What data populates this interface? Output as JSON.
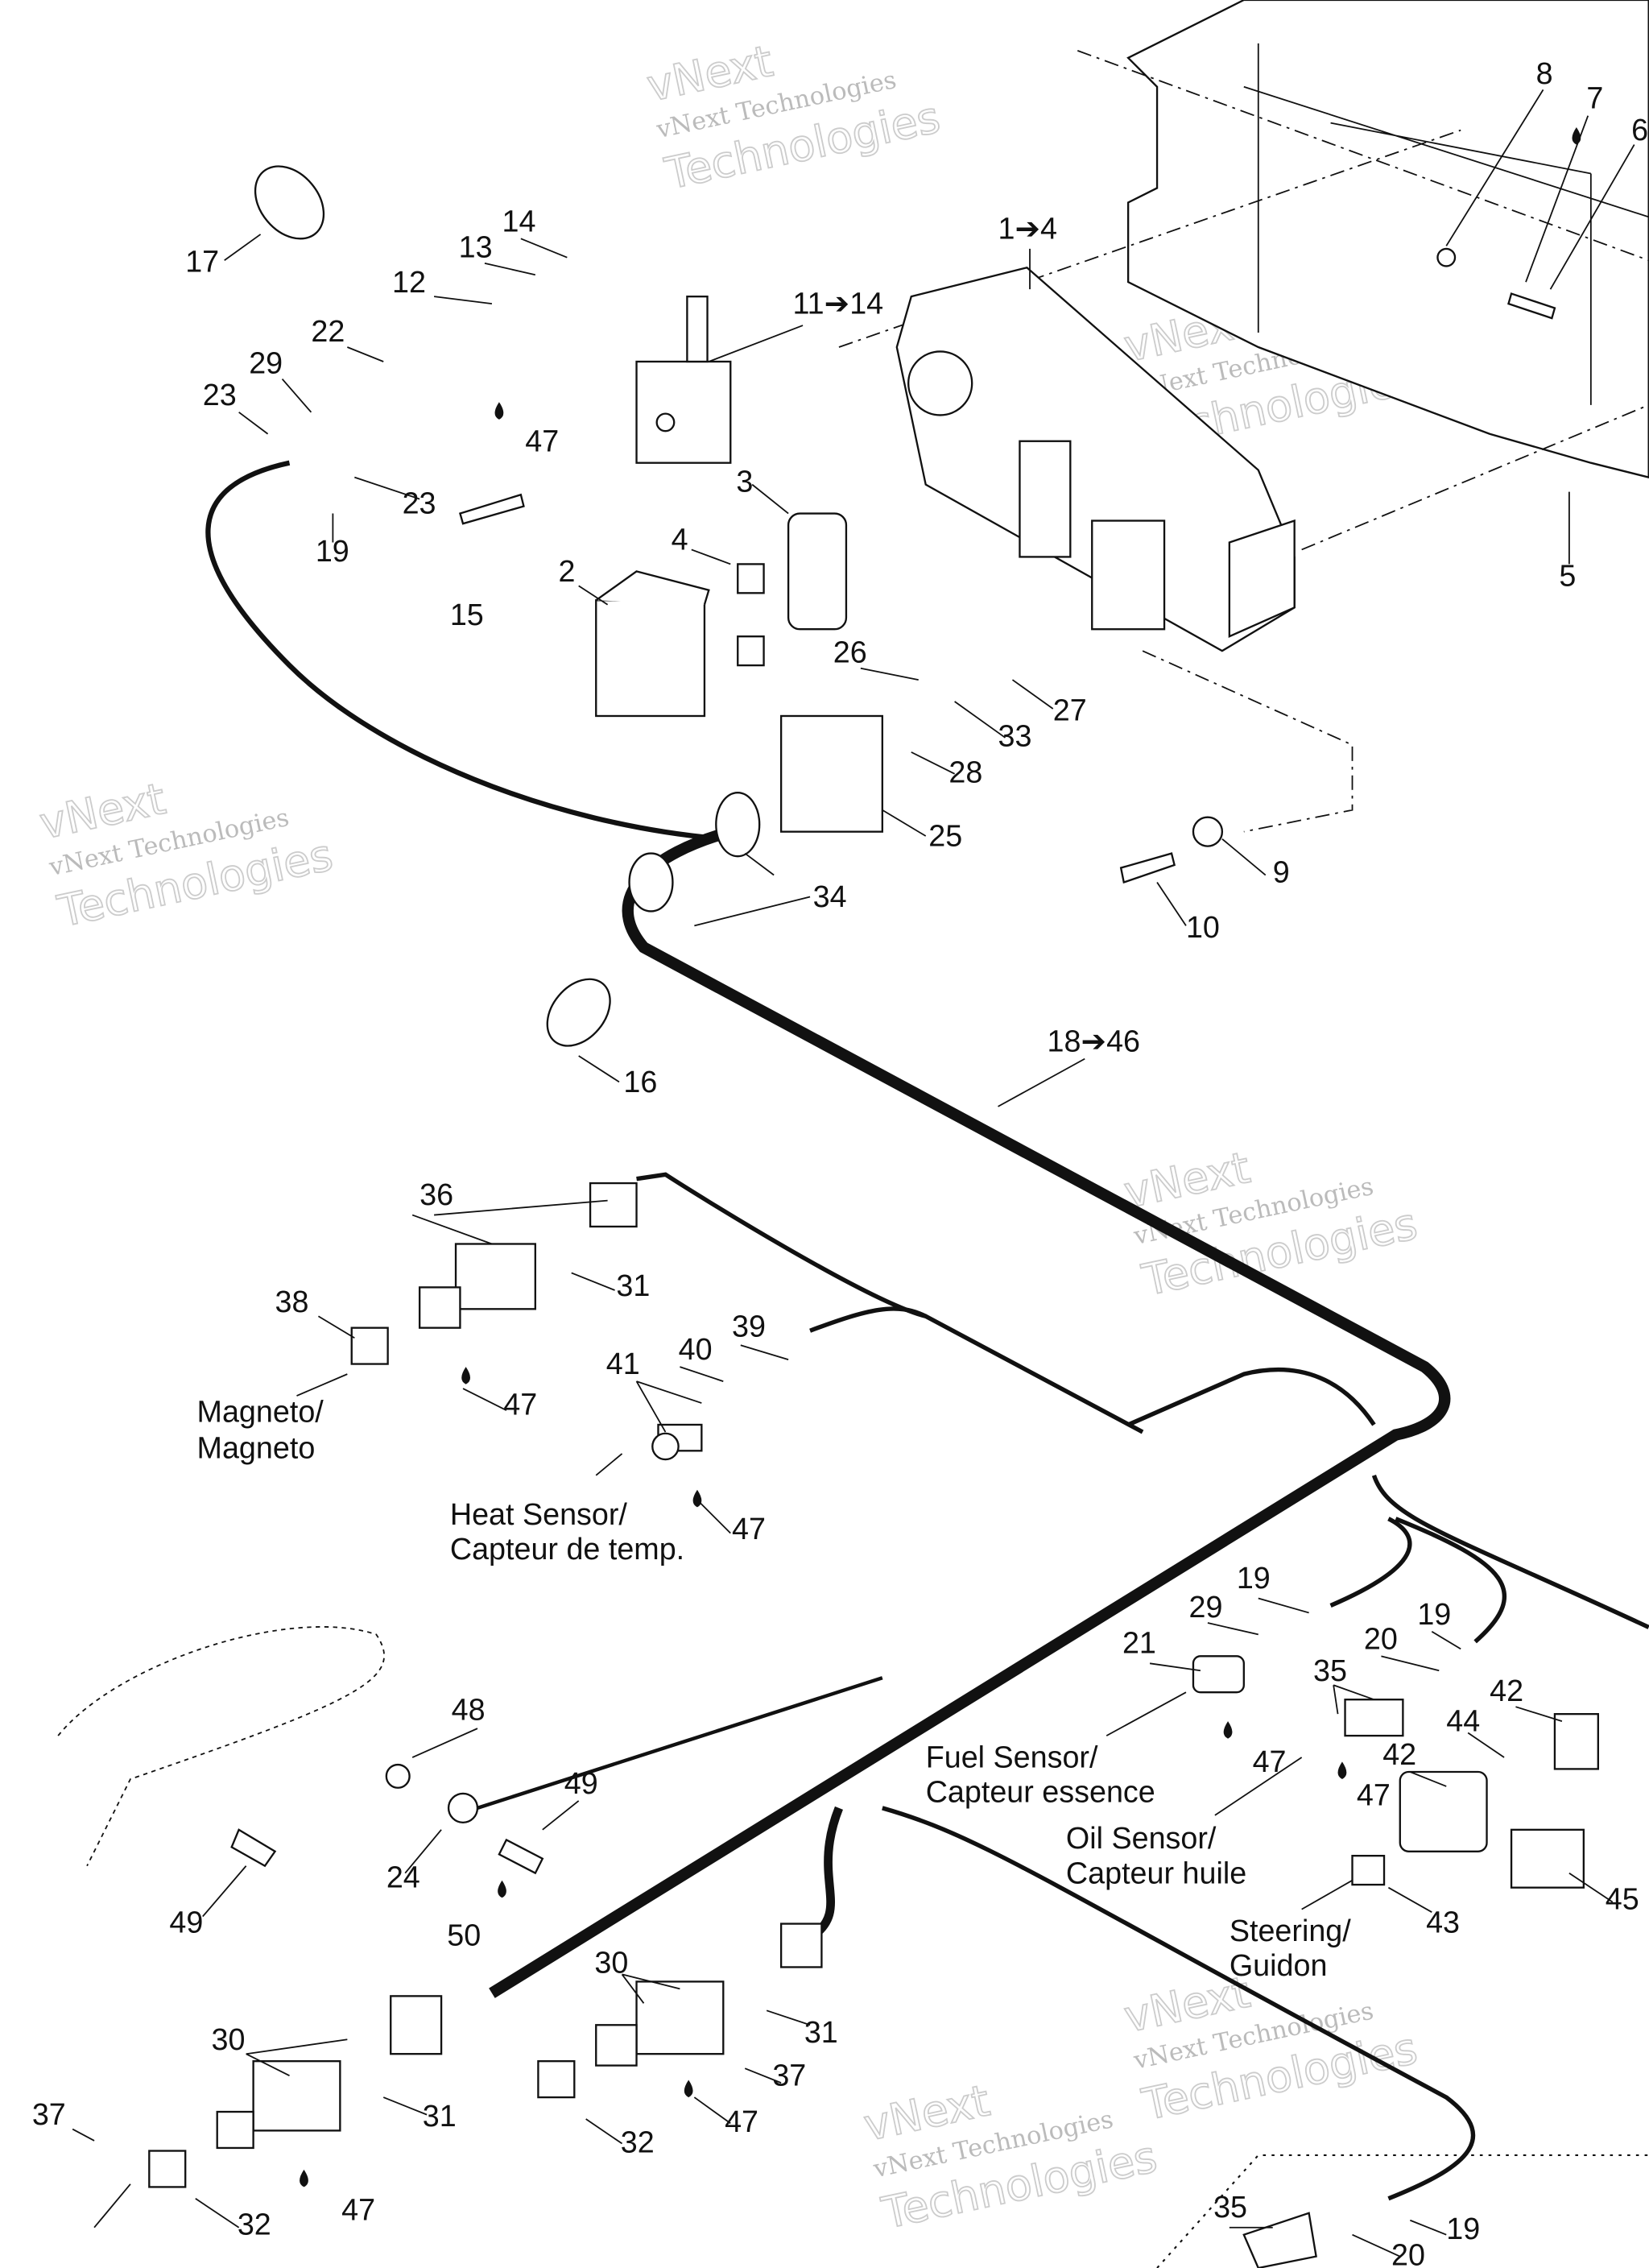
{
  "callouts": [
    "8",
    "7",
    "6",
    "1➔4",
    "11➔14",
    "17",
    "14",
    "13",
    "12",
    "22",
    "29",
    "23",
    "47",
    "23",
    "19",
    "15",
    "3",
    "4",
    "2",
    "5",
    "26",
    "27",
    "33",
    "28",
    "25",
    "9",
    "10",
    "34",
    "16",
    "18➔46",
    "36",
    "31",
    "38",
    "47",
    "39",
    "40",
    "41",
    "47",
    "19",
    "29",
    "21",
    "20",
    "19",
    "35",
    "42",
    "44",
    "47",
    "42",
    "47",
    "48",
    "49",
    "24",
    "49",
    "50",
    "43",
    "45",
    "30",
    "31",
    "37",
    "47",
    "32",
    "30",
    "31",
    "37",
    "47",
    "32",
    "35",
    "19",
    "20"
  ],
  "labels": {
    "magneto": [
      "Magneto/",
      "Magneto"
    ],
    "heat_sensor": [
      "Heat Sensor/",
      "Capteur de temp."
    ],
    "fuel_sensor": [
      "Fuel Sensor/",
      "Capteur essence"
    ],
    "oil_sensor": [
      "Oil Sensor/",
      "Capteur huile"
    ],
    "steering": [
      "Steering/",
      "Guidon"
    ]
  },
  "watermark": [
    "vNext",
    "vNext Technologies",
    "Technologies"
  ]
}
